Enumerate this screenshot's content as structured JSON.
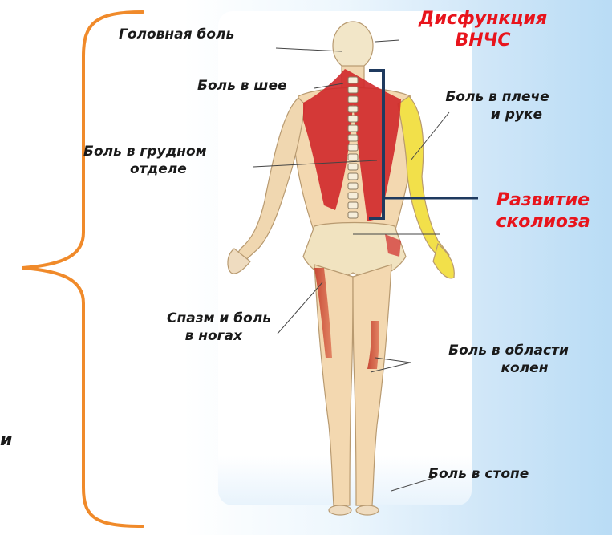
{
  "labels": {
    "headache": "Головная боль",
    "neck_pain": "Боль в шее",
    "shoulder_arm_pain": [
      "Боль в плече",
      "и руке"
    ],
    "thoracic_pain": [
      "Боль в грудном",
      "отделе"
    ],
    "tmj_dysfunction": [
      "Дисфункция",
      "ВНЧС"
    ],
    "scoliosis": [
      "Развитие",
      "сколиоза"
    ],
    "leg_spasm_pain": [
      "Спазм и боль",
      "в ногах"
    ],
    "knee_pain": [
      "Боль в области",
      "колен"
    ],
    "foot_pain": "Боль в стопе",
    "cut_off_text": "и"
  },
  "colors": {
    "brace": "#f08a2a",
    "spine_bracket": "#1f3a5f",
    "highlight_text": "#e8141c",
    "muscle_red": "#d0282a",
    "bone": "#f1e3c0",
    "skin": "#f3d3a8",
    "arm_yellow": "#f2e04a"
  }
}
